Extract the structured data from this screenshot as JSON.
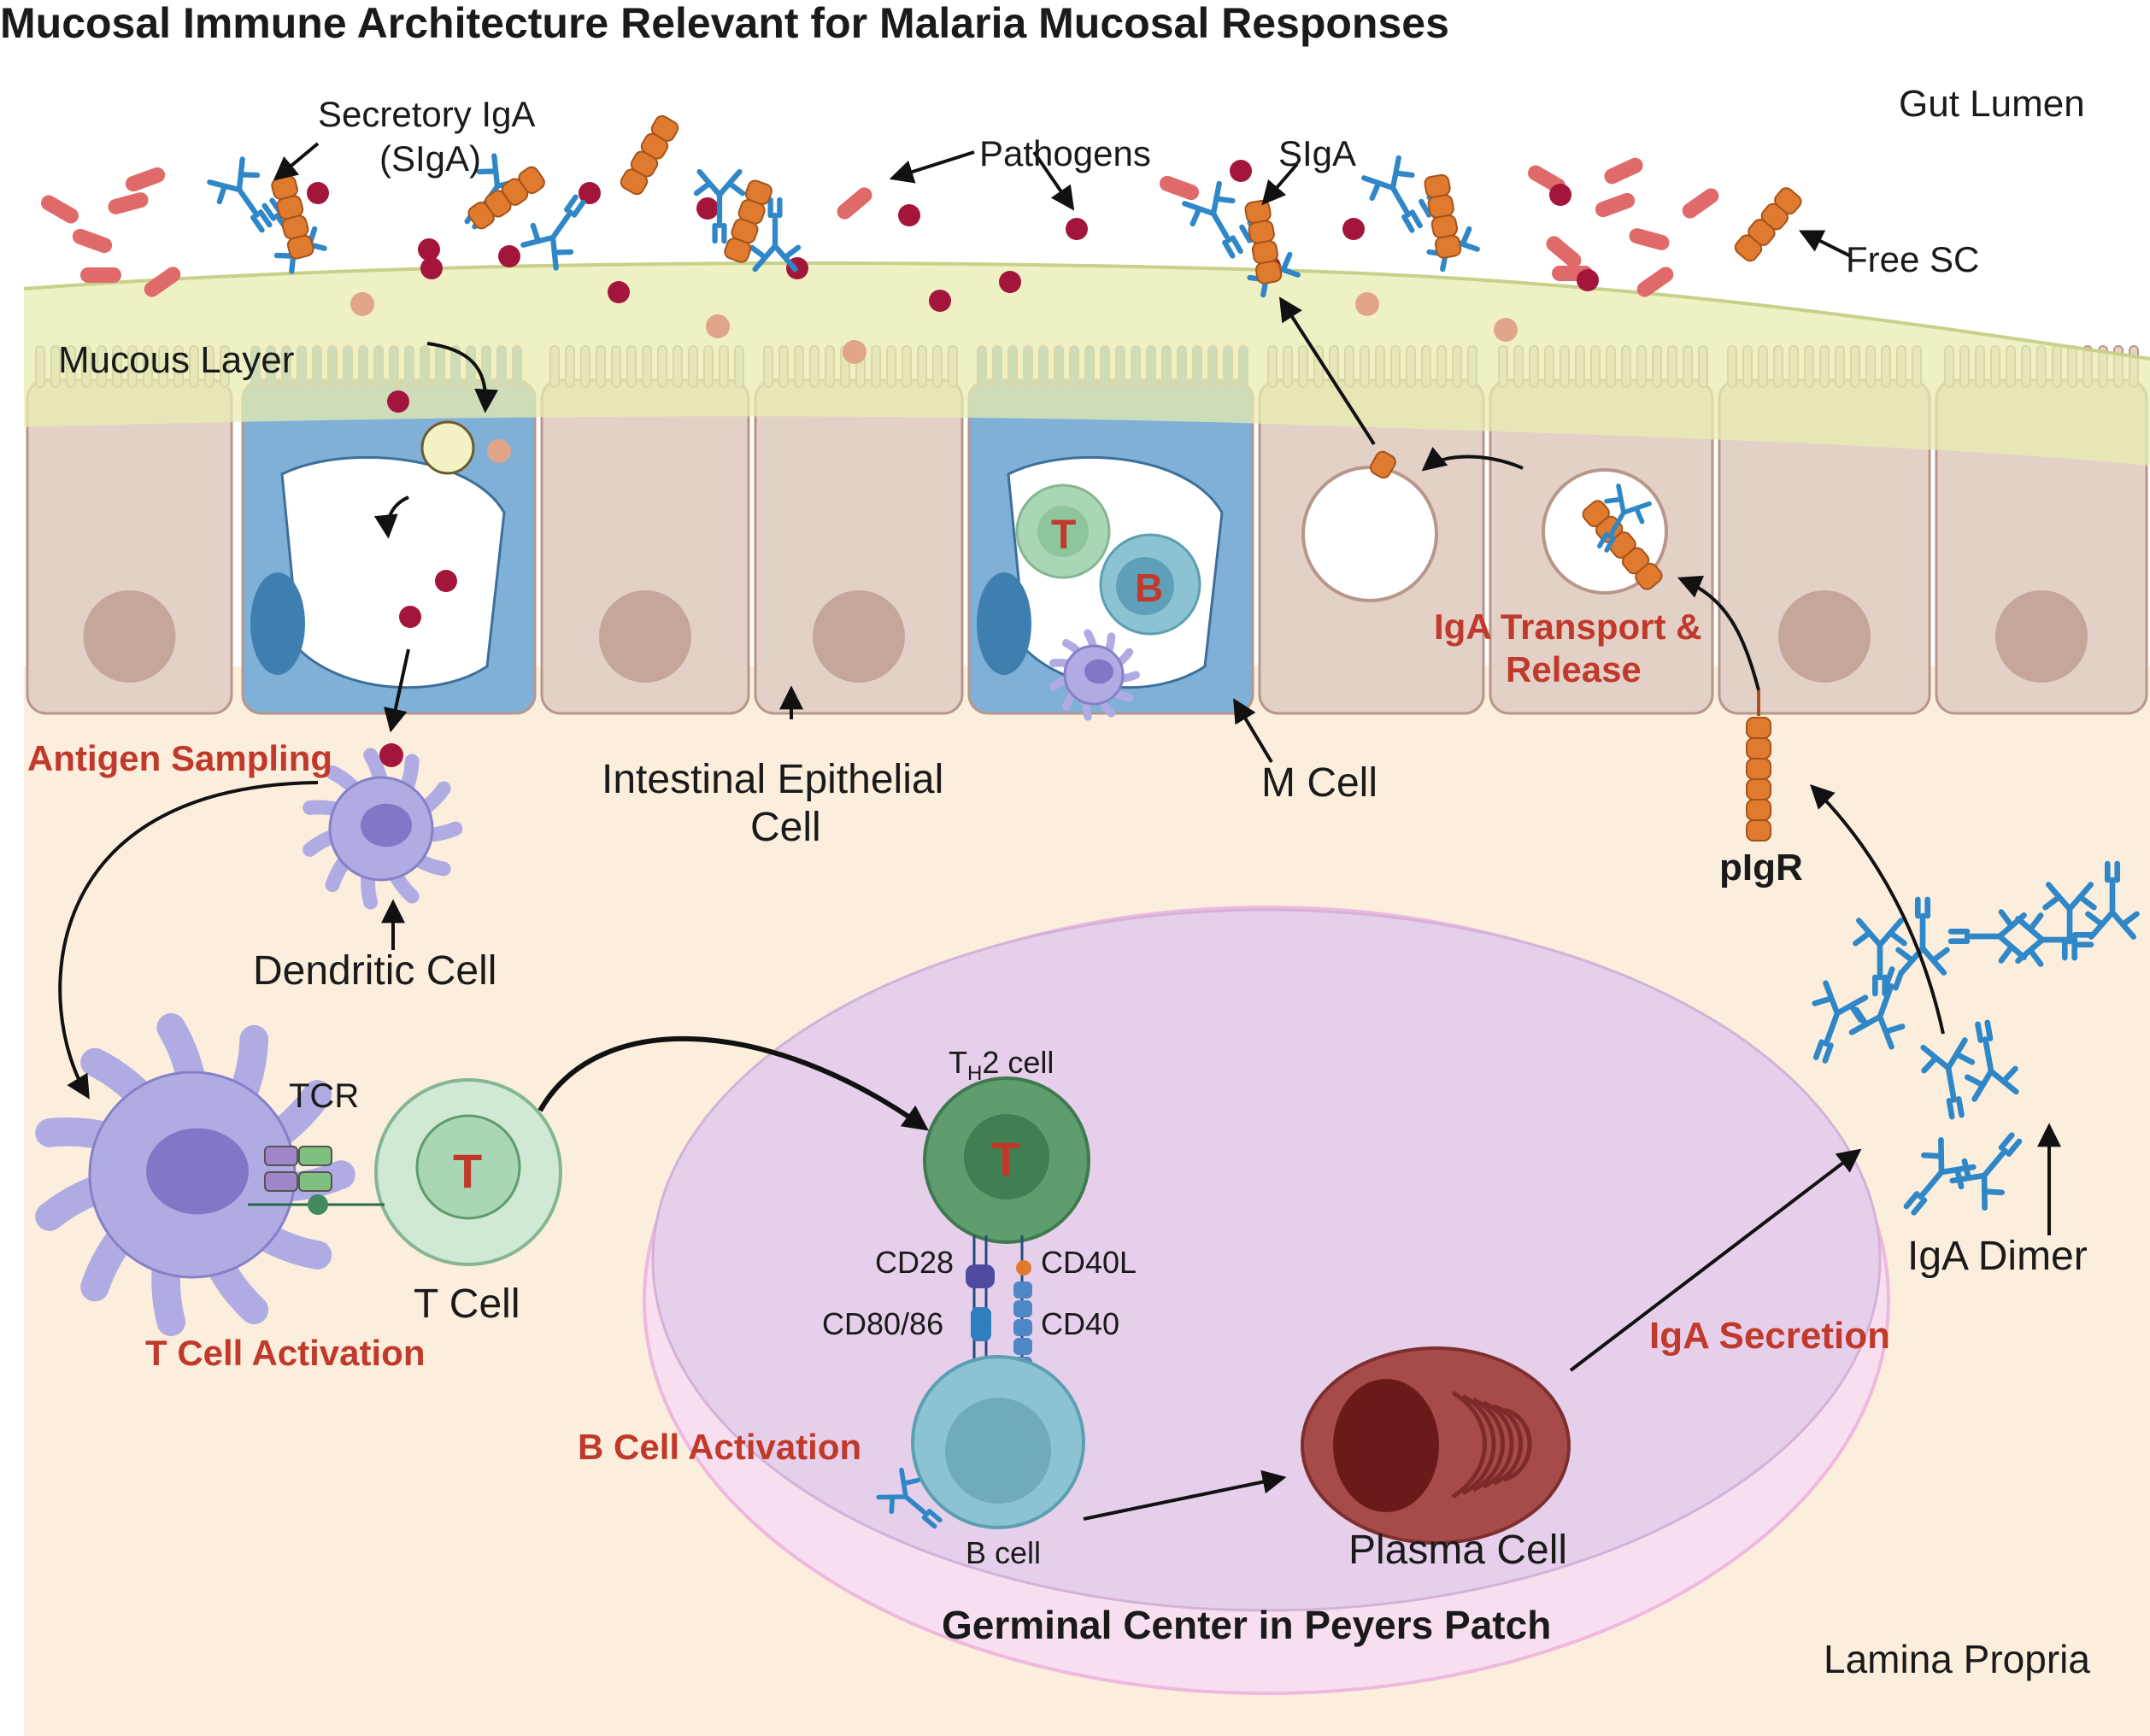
{
  "title": "Mucosal Immune Architecture Relevant for Malaria Mucosal Responses",
  "labels": {
    "gut_lumen": "Gut Lumen",
    "secretory_iga_line1": "Secretory IgA",
    "secretory_iga_line2": "(SIgA)",
    "pathogens": "Pathogens",
    "siga": "SIgA",
    "free_sc": "Free SC",
    "mucous_layer": "Mucous Layer",
    "antigen_sampling": "Antigen Sampling",
    "intestinal_epithelial_line1": "Intestinal Epithelial",
    "intestinal_epithelial_line2": "Cell",
    "m_cell": "M Cell",
    "iga_transport_line1": "IgA Transport &",
    "iga_transport_line2": "Release",
    "pigr": "pIgR",
    "dendritic_cell": "Dendritic Cell",
    "tcr": "TCR",
    "t_cell": "T Cell",
    "t_cell_activation": "T Cell Activation",
    "th2_main": "T",
    "th2_sub": "H",
    "th2_rest": "2 cell",
    "cd28": "CD28",
    "cd40l": "CD40L",
    "cd80_86": "CD80/86",
    "cd40": "CD40",
    "b_cell_activation": "B Cell Activation",
    "b_cell": "B cell",
    "plasma_cell": "Plasma Cell",
    "iga_secretion": "IgA Secretion",
    "iga_dimer": "IgA Dimer",
    "germinal_center": "Germinal Center in Peyers Patch",
    "lamina_propria": "Lamina Propria",
    "cell_t_letter": "T",
    "cell_b_letter": "B"
  },
  "colors": {
    "background_lamina": "#fbeedd",
    "mucus": "#eef1c6",
    "epithelial_cell": "#e3d1c8",
    "epithelial_nucleus": "#c5a69a",
    "m_cell": "#7fb0d8",
    "t_cell": "#a9d6b6",
    "th2_cell": "#4f8b5e",
    "b_cell": "#8cc3d2",
    "dendritic_cell": "#b0abe3",
    "plasma_cell": "#a64a4a",
    "germinal_outer": "#f8dff0",
    "germinal_inner": "#e6cfea",
    "pathogen_red": "#a3153b",
    "bacteria_rod": "#e06a6a",
    "secretory_component": "#e07a2e",
    "antibody_blue": "#2f87c7",
    "label_red": "#c0392b"
  }
}
